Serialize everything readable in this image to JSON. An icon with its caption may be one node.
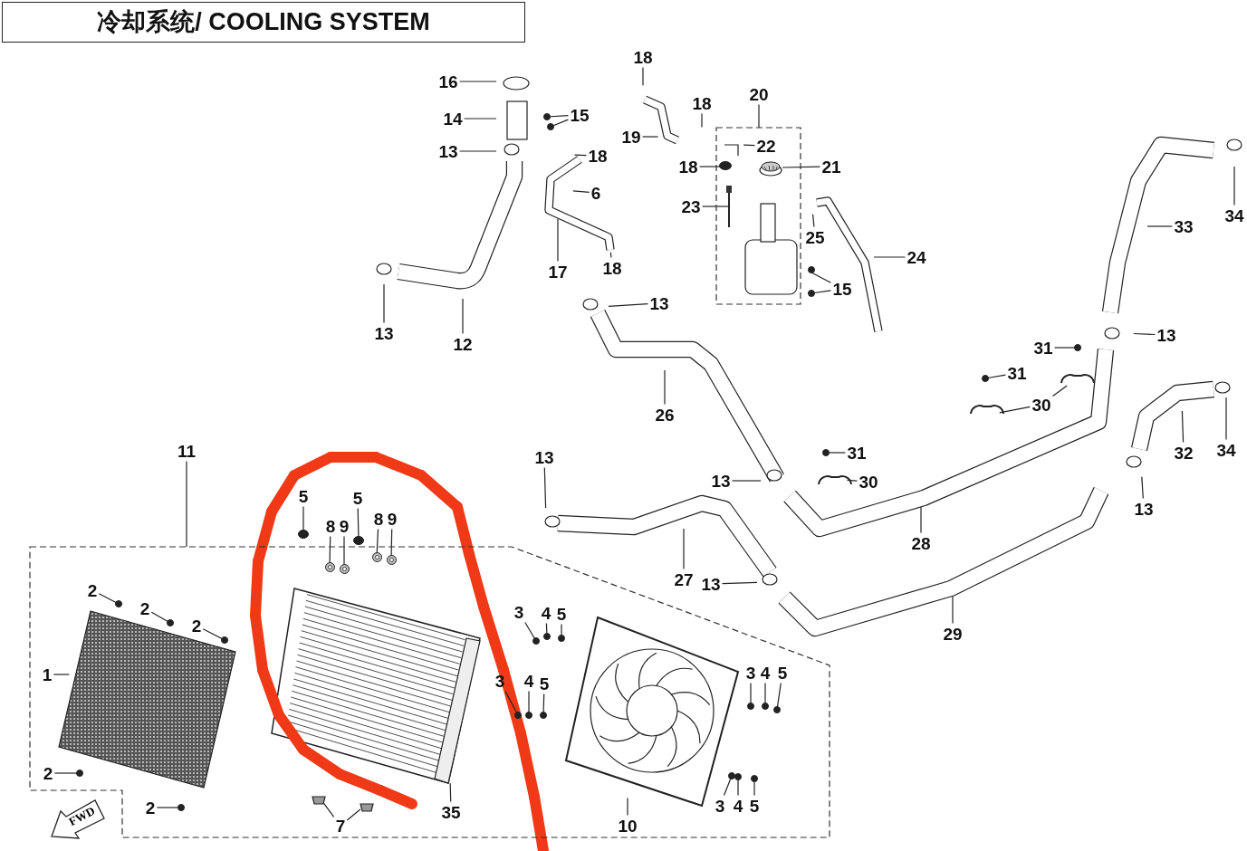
{
  "diagram": {
    "title": "冷却系统/ COOLING SYSTEM",
    "nodes": [
      {
        "text": [
          "16"
        ]
      },
      {
        "text": [
          "14"
        ]
      },
      {
        "text": [
          "15"
        ]
      },
      {
        "text": [
          "13"
        ]
      },
      {
        "text": [
          "18"
        ]
      },
      {
        "text": [
          "6"
        ]
      },
      {
        "text": [
          "17"
        ]
      },
      {
        "text": [
          "18"
        ]
      },
      {
        "text": [
          "13"
        ]
      },
      {
        "text": [
          "12"
        ]
      },
      {
        "text": [
          "18"
        ]
      },
      {
        "text": [
          "19"
        ]
      },
      {
        "text": [
          "18"
        ]
      },
      {
        "text": [
          "20"
        ]
      },
      {
        "text": [],
        "shape": "box"
      },
      {
        "text": [
          "22"
        ],
        "in": 14
      },
      {
        "text": [
          "18"
        ]
      },
      {
        "text": [
          "21"
        ]
      },
      {
        "text": [
          "23"
        ]
      },
      {
        "text": [
          "25"
        ]
      },
      {
        "text": [
          "24"
        ]
      },
      {
        "text": [
          "15"
        ]
      },
      {
        "text": [
          "13"
        ]
      },
      {
        "text": [
          "26"
        ]
      },
      {
        "text": [
          "34"
        ]
      },
      {
        "text": [
          "33"
        ]
      },
      {
        "text": [
          "13"
        ]
      },
      {
        "text": [
          "31"
        ]
      },
      {
        "text": [
          "31"
        ]
      },
      {
        "text": [
          "30"
        ]
      },
      {
        "text": [
          "32"
        ]
      },
      {
        "text": [
          "34"
        ]
      },
      {
        "text": [
          "13"
        ]
      },
      {
        "text": [
          "31"
        ]
      },
      {
        "text": [
          "30"
        ]
      },
      {
        "text": [
          "13"
        ]
      },
      {
        "text": [
          "13"
        ]
      },
      {
        "text": [
          "28"
        ]
      },
      {
        "text": [
          "27"
        ]
      },
      {
        "text": [
          "13"
        ]
      },
      {
        "text": [
          "29"
        ]
      },
      {
        "text": [
          "11"
        ]
      },
      {
        "text": [],
        "shape": "box"
      },
      {
        "text": [
          "5"
        ]
      },
      {
        "text": [
          "5"
        ]
      },
      {
        "text": [
          "8"
        ]
      },
      {
        "text": [
          "9"
        ]
      },
      {
        "text": [
          "8"
        ]
      },
      {
        "text": [
          "9"
        ]
      },
      {
        "text": [
          "2"
        ],
        "in": 42
      },
      {
        "text": [
          "2"
        ],
        "in": 42
      },
      {
        "text": [
          "2"
        ],
        "in": 42
      },
      {
        "text": [
          "3"
        ],
        "in": 42
      },
      {
        "text": [
          "4"
        ],
        "in": 42
      },
      {
        "text": [
          "5"
        ],
        "in": 42
      },
      {
        "text": [
          "1"
        ],
        "in": 42
      },
      {
        "text": [
          "3"
        ],
        "in": 42
      },
      {
        "text": [
          "4"
        ],
        "in": 42
      },
      {
        "text": [
          "5"
        ],
        "in": 42
      },
      {
        "text": [
          "3"
        ],
        "in": 42
      },
      {
        "text": [
          "4"
        ],
        "in": 42
      },
      {
        "text": [
          "5"
        ],
        "in": 42
      },
      {
        "text": [
          "2"
        ],
        "in": 42
      },
      {
        "text": [
          "3"
        ],
        "in": 42
      },
      {
        "text": [
          "4"
        ],
        "in": 42
      },
      {
        "text": [
          "5"
        ],
        "in": 42
      },
      {
        "text": [
          "2"
        ],
        "in": 42
      },
      {
        "text": [
          "35"
        ],
        "in": 42
      },
      {
        "text": [
          "10"
        ],
        "in": 42
      },
      {
        "text": [
          "7"
        ],
        "in": 42
      },
      {
        "text": [
          "FWD"
        ]
      },
      {
        "text": [],
        "shape": "picture",
        "in": 14
      },
      {
        "text": [],
        "shape": "picture",
        "in": 14
      },
      {
        "text": [],
        "shape": "circle",
        "in": 14
      },
      {
        "text": [],
        "shape": "circle"
      },
      {
        "text": [],
        "shape": "circle"
      },
      {
        "text": [],
        "shape": "picture",
        "in": 42
      },
      {
        "text": [],
        "shape": "picture",
        "in": 42
      },
      {
        "text": [],
        "shape": "picture",
        "in": 42
      },
      {
        "text": [],
        "shape": "picture",
        "in": 42
      },
      {
        "text": [],
        "shape": "circle"
      },
      {
        "text": [],
        "shape": "circle"
      },
      {
        "text": [],
        "shape": "circle"
      },
      {
        "text": [],
        "shape": "circle"
      },
      {
        "text": [],
        "shape": "circle"
      },
      {
        "text": [],
        "shape": "circle"
      },
      {
        "text": [],
        "shape": "circle"
      },
      {
        "text": [],
        "shape": "circle",
        "in": 42
      },
      {
        "text": [],
        "shape": "circle",
        "in": 42
      },
      {
        "text": [],
        "shape": "circle",
        "in": 42
      },
      {
        "text": [],
        "shape": "circle",
        "in": 42
      },
      {
        "text": [],
        "shape": "circle",
        "in": 42
      },
      {
        "text": [],
        "shape": "circle",
        "in": 42
      },
      {
        "text": [],
        "shape": "circle",
        "in": 42
      },
      {
        "text": [],
        "shape": "circle",
        "in": 42
      },
      {
        "text": [],
        "shape": "circle",
        "in": 42
      },
      {
        "text": [],
        "shape": "circle",
        "in": 42
      },
      {
        "text": [],
        "shape": "circle",
        "in": 42
      },
      {
        "text": [],
        "shape": "circle",
        "in": 42
      },
      {
        "text": [],
        "shape": "circle",
        "in": 42
      },
      {
        "text": [],
        "shape": "circle",
        "in": 42
      },
      {
        "text": [],
        "shape": "circle",
        "in": 42
      },
      {
        "text": [],
        "shape": "circle",
        "in": 42
      },
      {
        "text": [],
        "shape": "circle",
        "in": 42
      }
    ],
    "edges": [
      {
        "from": 0,
        "to": null,
        "arrow": "none"
      },
      {
        "from": 1,
        "to": null,
        "arrow": "none"
      },
      {
        "from": 2,
        "to": 80,
        "arrow": "none"
      },
      {
        "from": 2,
        "to": 81,
        "arrow": "none"
      },
      {
        "from": 3,
        "to": null,
        "arrow": "none"
      },
      {
        "from": 4,
        "to": null,
        "arrow": "none"
      },
      {
        "from": 5,
        "to": null,
        "arrow": "none"
      },
      {
        "from": 6,
        "to": null,
        "arrow": "none"
      },
      {
        "from": 7,
        "to": null,
        "arrow": "none"
      },
      {
        "from": 8,
        "to": null,
        "arrow": "none"
      },
      {
        "from": 9,
        "to": null,
        "arrow": "none"
      },
      {
        "from": 10,
        "to": null,
        "arrow": "none"
      },
      {
        "from": 11,
        "to": null,
        "arrow": "none"
      },
      {
        "from": 12,
        "to": null,
        "arrow": "none"
      },
      {
        "from": 13,
        "to": 14,
        "arrow": "none"
      },
      {
        "from": 15,
        "to": null,
        "arrow": "none"
      },
      {
        "from": 16,
        "to": 73,
        "arrow": "none"
      },
      {
        "from": 17,
        "to": 71,
        "arrow": "none"
      },
      {
        "from": 18,
        "to": 72,
        "arrow": "none"
      },
      {
        "from": 19,
        "to": null,
        "arrow": "none"
      },
      {
        "from": 20,
        "to": null,
        "arrow": "none"
      },
      {
        "from": 21,
        "to": 82,
        "arrow": "none"
      },
      {
        "from": 21,
        "to": 83,
        "arrow": "none"
      },
      {
        "from": 22,
        "to": null,
        "arrow": "none"
      },
      {
        "from": 23,
        "to": null,
        "arrow": "none"
      },
      {
        "from": 24,
        "to": null,
        "arrow": "none"
      },
      {
        "from": 25,
        "to": null,
        "arrow": "none"
      },
      {
        "from": 26,
        "to": null,
        "arrow": "none"
      },
      {
        "from": 27,
        "to": 84,
        "arrow": "none"
      },
      {
        "from": 28,
        "to": 85,
        "arrow": "none"
      },
      {
        "from": 29,
        "to": null,
        "arrow": "none"
      },
      {
        "from": 29,
        "to": null,
        "arrow": "none"
      },
      {
        "from": 30,
        "to": null,
        "arrow": "none"
      },
      {
        "from": 31,
        "to": null,
        "arrow": "none"
      },
      {
        "from": 32,
        "to": null,
        "arrow": "none"
      },
      {
        "from": 33,
        "to": 86,
        "arrow": "none"
      },
      {
        "from": 34,
        "to": null,
        "arrow": "none"
      },
      {
        "from": 35,
        "to": null,
        "arrow": "none"
      },
      {
        "from": 36,
        "to": null,
        "arrow": "none"
      },
      {
        "from": 37,
        "to": null,
        "arrow": "none"
      },
      {
        "from": 38,
        "to": null,
        "arrow": "none"
      },
      {
        "from": 39,
        "to": null,
        "arrow": "none"
      },
      {
        "from": 40,
        "to": null,
        "arrow": "none"
      },
      {
        "from": 41,
        "to": 42,
        "arrow": "none"
      },
      {
        "from": 43,
        "to": 74,
        "arrow": "none"
      },
      {
        "from": 44,
        "to": 75,
        "arrow": "none"
      },
      {
        "from": 45,
        "to": 76,
        "arrow": "none"
      },
      {
        "from": 46,
        "to": 77,
        "arrow": "none"
      },
      {
        "from": 47,
        "to": 78,
        "arrow": "none"
      },
      {
        "from": 48,
        "to": 79,
        "arrow": "none"
      },
      {
        "from": 49,
        "to": 87,
        "arrow": "none"
      },
      {
        "from": 50,
        "to": 88,
        "arrow": "none"
      },
      {
        "from": 51,
        "to": 89,
        "arrow": "none"
      },
      {
        "from": 52,
        "to": 90,
        "arrow": "none"
      },
      {
        "from": 53,
        "to": 91,
        "arrow": "none"
      },
      {
        "from": 54,
        "to": 92,
        "arrow": "none"
      },
      {
        "from": 55,
        "to": null,
        "arrow": "none"
      },
      {
        "from": 56,
        "to": 93,
        "arrow": "none"
      },
      {
        "from": 57,
        "to": 94,
        "arrow": "none"
      },
      {
        "from": 58,
        "to": 95,
        "arrow": "none"
      },
      {
        "from": 59,
        "to": 96,
        "arrow": "none"
      },
      {
        "from": 60,
        "to": 97,
        "arrow": "none"
      },
      {
        "from": 61,
        "to": 98,
        "arrow": "none"
      },
      {
        "from": 62,
        "to": 99,
        "arrow": "none"
      },
      {
        "from": 63,
        "to": 100,
        "arrow": "none"
      },
      {
        "from": 64,
        "to": 101,
        "arrow": "none"
      },
      {
        "from": 65,
        "to": 102,
        "arrow": "none"
      },
      {
        "from": 66,
        "to": 103,
        "arrow": "none"
      },
      {
        "from": 67,
        "to": null,
        "arrow": "none"
      },
      {
        "from": 68,
        "to": null,
        "arrow": "none"
      },
      {
        "from": 69,
        "to": null,
        "arrow": "none"
      },
      {
        "from": 69,
        "to": null,
        "arrow": "none"
      }
    ]
  }
}
